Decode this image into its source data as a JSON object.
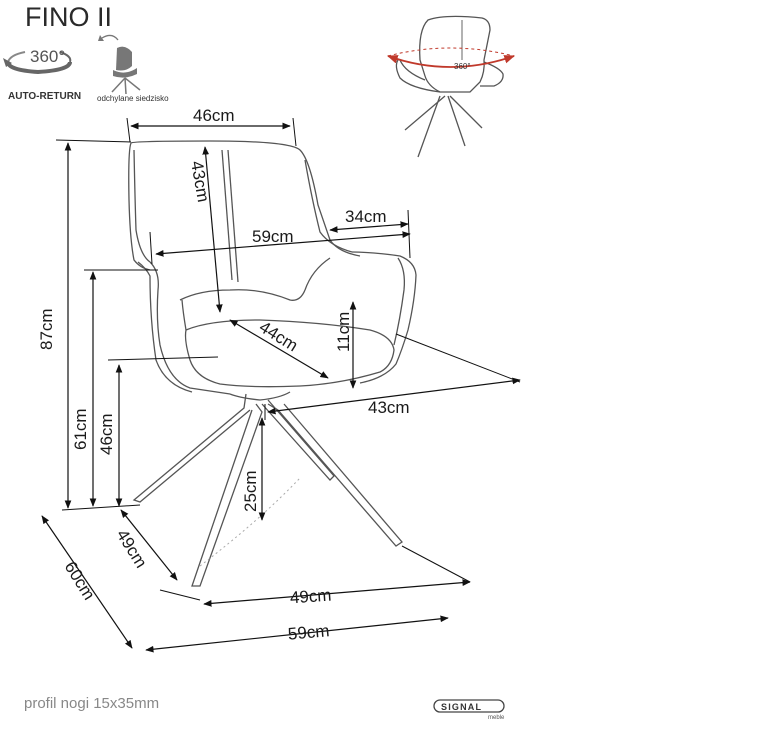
{
  "title": "FINO II",
  "icons": {
    "rotation_label": "360°",
    "auto_return_label": "AUTO-RETURN",
    "tilt_label": "odchylane siedzisko",
    "preview_rotation_label": "360°"
  },
  "dimensions": {
    "back_width": "46cm",
    "back_height": "43cm",
    "arm_width": "34cm",
    "total_width_top": "59cm",
    "total_height": "87cm",
    "seat_depth": "44cm",
    "arm_height": "11cm",
    "seat_width": "43cm",
    "arm_floor_height": "61cm",
    "seat_height": "46cm",
    "leg_clearance": "25cm",
    "base_depth": "49cm",
    "base_width": "49cm",
    "total_depth": "60cm",
    "total_width_bottom": "59cm"
  },
  "footer": {
    "leg_profile": "profil nogi 15x35mm",
    "brand": "SIGNAL",
    "brand_sub": "meble"
  },
  "colors": {
    "accent_red": "#c0392b",
    "line": "#111111",
    "text_gray": "#888888"
  }
}
